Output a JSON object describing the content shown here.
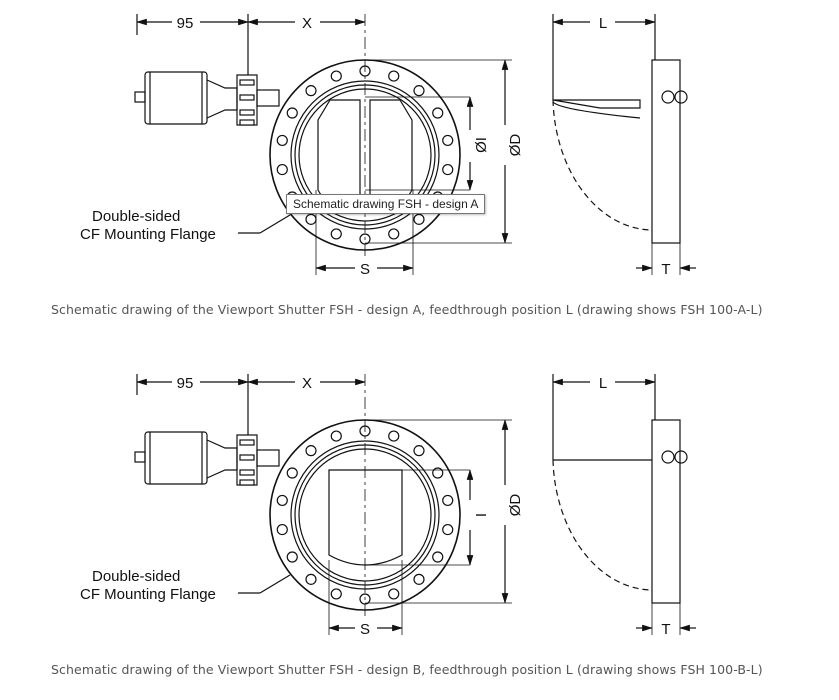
{
  "figures": [
    {
      "design": "A",
      "dims": {
        "d95": "95",
        "x": "X",
        "l": "L",
        "phi_i": "ØI",
        "phi_d": "ØD",
        "s": "S",
        "t": "T"
      },
      "label_line1": "Double-sided",
      "label_line2": "CF Mounting Flange",
      "caption": "Schematic drawing of the Viewport Shutter FSH - design A, feedthrough position L (drawing shows FSH 100-A-L)"
    },
    {
      "design": "B",
      "dims": {
        "d95": "95",
        "x": "X",
        "l": "L",
        "phi_i": "I",
        "phi_d": "ØD",
        "s": "S",
        "t": "T"
      },
      "label_line1": "Double-sided",
      "label_line2": "CF Mounting Flange",
      "caption": "Schematic drawing of the Viewport Shutter FSH - design B, feedthrough position L (drawing shows FSH 100-B-L)"
    }
  ],
  "tooltip": "Schematic drawing FSH - design A"
}
